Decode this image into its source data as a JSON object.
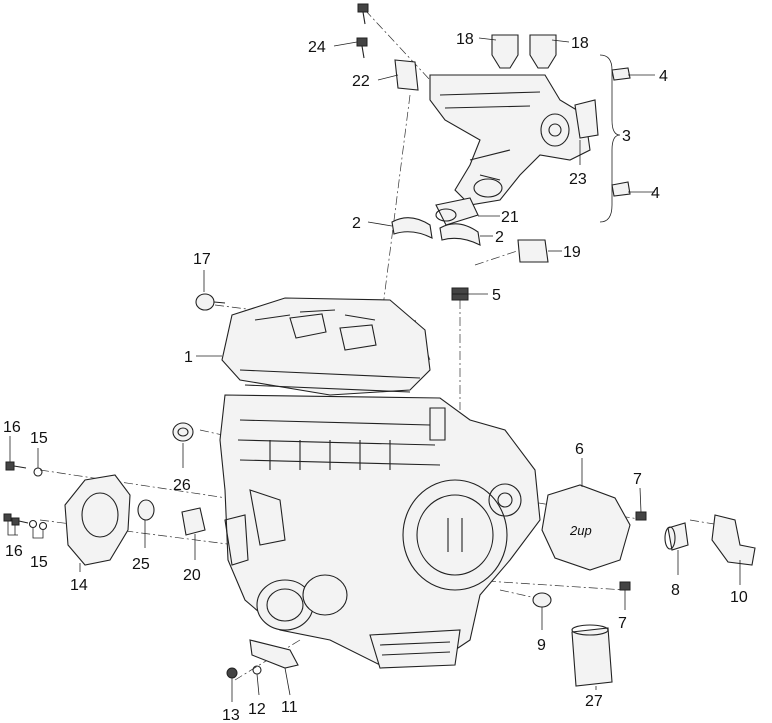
{
  "diagram": {
    "callouts": {
      "c1": "1",
      "c2a": "2",
      "c2b": "2",
      "c3": "3",
      "c4a": "4",
      "c4b": "4",
      "c5": "5",
      "c6": "6",
      "c7a": "7",
      "c7b": "7",
      "c8": "8",
      "c9": "9",
      "c10": "10",
      "c11": "11",
      "c12": "12",
      "c13": "13",
      "c14": "14",
      "c15a": "15",
      "c15b": "15",
      "c16a": "16",
      "c16b": "16",
      "c17": "17",
      "c18a": "18",
      "c18b": "18",
      "c19": "19",
      "c20": "20",
      "c21": "21",
      "c22": "22",
      "c23": "23",
      "c24": "24",
      "c25": "25",
      "c26": "26",
      "c27": "27"
    },
    "cover_logo": "2up"
  }
}
